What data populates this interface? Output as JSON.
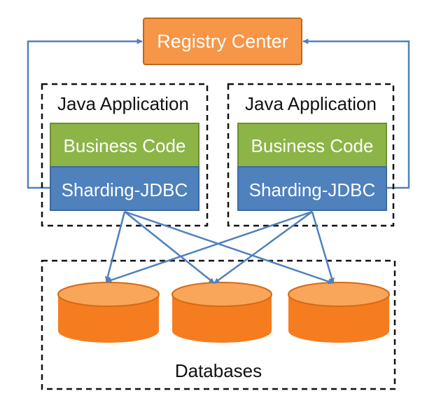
{
  "registry": {
    "label": "Registry Center"
  },
  "apps": [
    {
      "title": "Java Application",
      "business_label": "Business Code",
      "sharding_label": "Sharding-JDBC"
    },
    {
      "title": "Java Application",
      "business_label": "Business Code",
      "sharding_label": "Sharding-JDBC"
    }
  ],
  "databases": {
    "label": "Databases",
    "count": 3
  },
  "colors": {
    "registry_fill": "#f79646",
    "registry_stroke": "#b96a23",
    "business_fill": "#8db446",
    "business_stroke": "#6d8f33",
    "sharding_fill": "#4f81bd",
    "sharding_stroke": "#3b6a9e",
    "arrow": "#4f81bd",
    "db_side": "#f57d1f",
    "db_top": "#f9a55a",
    "db_rim": "#d46b13",
    "dashed_border": "#111111",
    "text_light": "#ffffff",
    "text_dark": "#111111"
  }
}
